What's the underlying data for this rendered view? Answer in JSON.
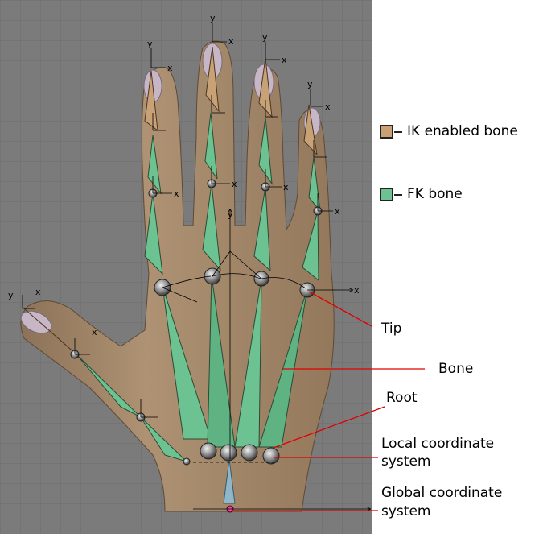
{
  "legend": {
    "ik": {
      "label": "IK enabled bone",
      "color": "#c9a176"
    },
    "fk": {
      "label": "FK bone",
      "color": "#6cc391"
    }
  },
  "annotations": {
    "tip": "Tip",
    "bone": "Bone",
    "root": "Root",
    "local_line1": "Local coordinate",
    "local_line2": "system",
    "global_line1": "Global coordinate",
    "global_line2": "system"
  },
  "axis_labels": {
    "x": "x",
    "y": "y"
  },
  "colors": {
    "grid_bg": "#7b7b7b",
    "hand": "#a3876a",
    "ik_bone": "#c9a176",
    "fk_bone": "#6cc391",
    "callout_line": "#e00000",
    "global_bone": "#8fb6c9"
  }
}
